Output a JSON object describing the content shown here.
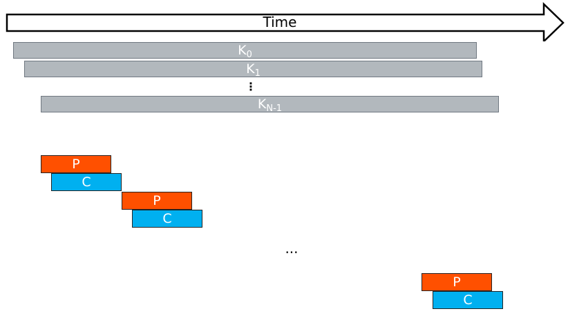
{
  "time_axis": {
    "label": "Time"
  },
  "kernels": [
    {
      "letter": "K",
      "sub": "0"
    },
    {
      "letter": "K",
      "sub": "1"
    },
    {
      "letter": "K",
      "sub": "N-1"
    }
  ],
  "kernel_ellipsis": "⋮",
  "producer_label": "P",
  "consumer_label": "C",
  "pair_ellipsis": "...",
  "colors": {
    "kernel_bar": "#b2b8bd",
    "producer": "#ff5000",
    "consumer": "#00b0f0"
  }
}
